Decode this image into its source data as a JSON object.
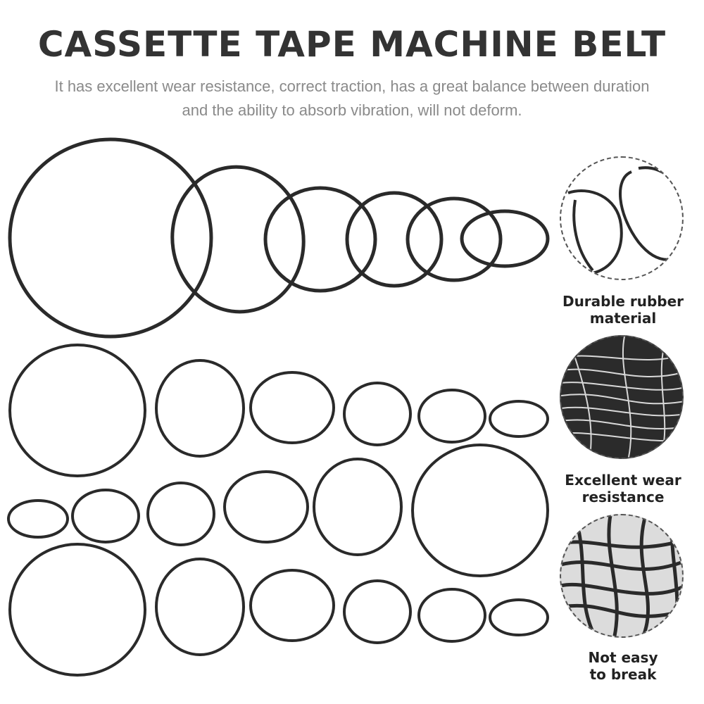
{
  "header": {
    "title": "CASSETTE TAPE MACHINE BELT",
    "subtitle_line1": "It has excellent wear resistance, correct traction, has a great balance between duration",
    "subtitle_line2": "and the ability to absorb vibration, will not deform."
  },
  "features": [
    {
      "line1": "Durable rubber",
      "line2": "material",
      "icon": "belt-closeup-icon"
    },
    {
      "line1": "Excellent wear",
      "line2": "resistance",
      "icon": "belt-pile-icon"
    },
    {
      "line1": "Not easy",
      "line2": "to break",
      "icon": "belt-tangle-icon"
    }
  ],
  "colors": {
    "belt": "#2a2a2a",
    "title": "#333333",
    "subtitle": "#8a8a8a",
    "label": "#222222"
  }
}
